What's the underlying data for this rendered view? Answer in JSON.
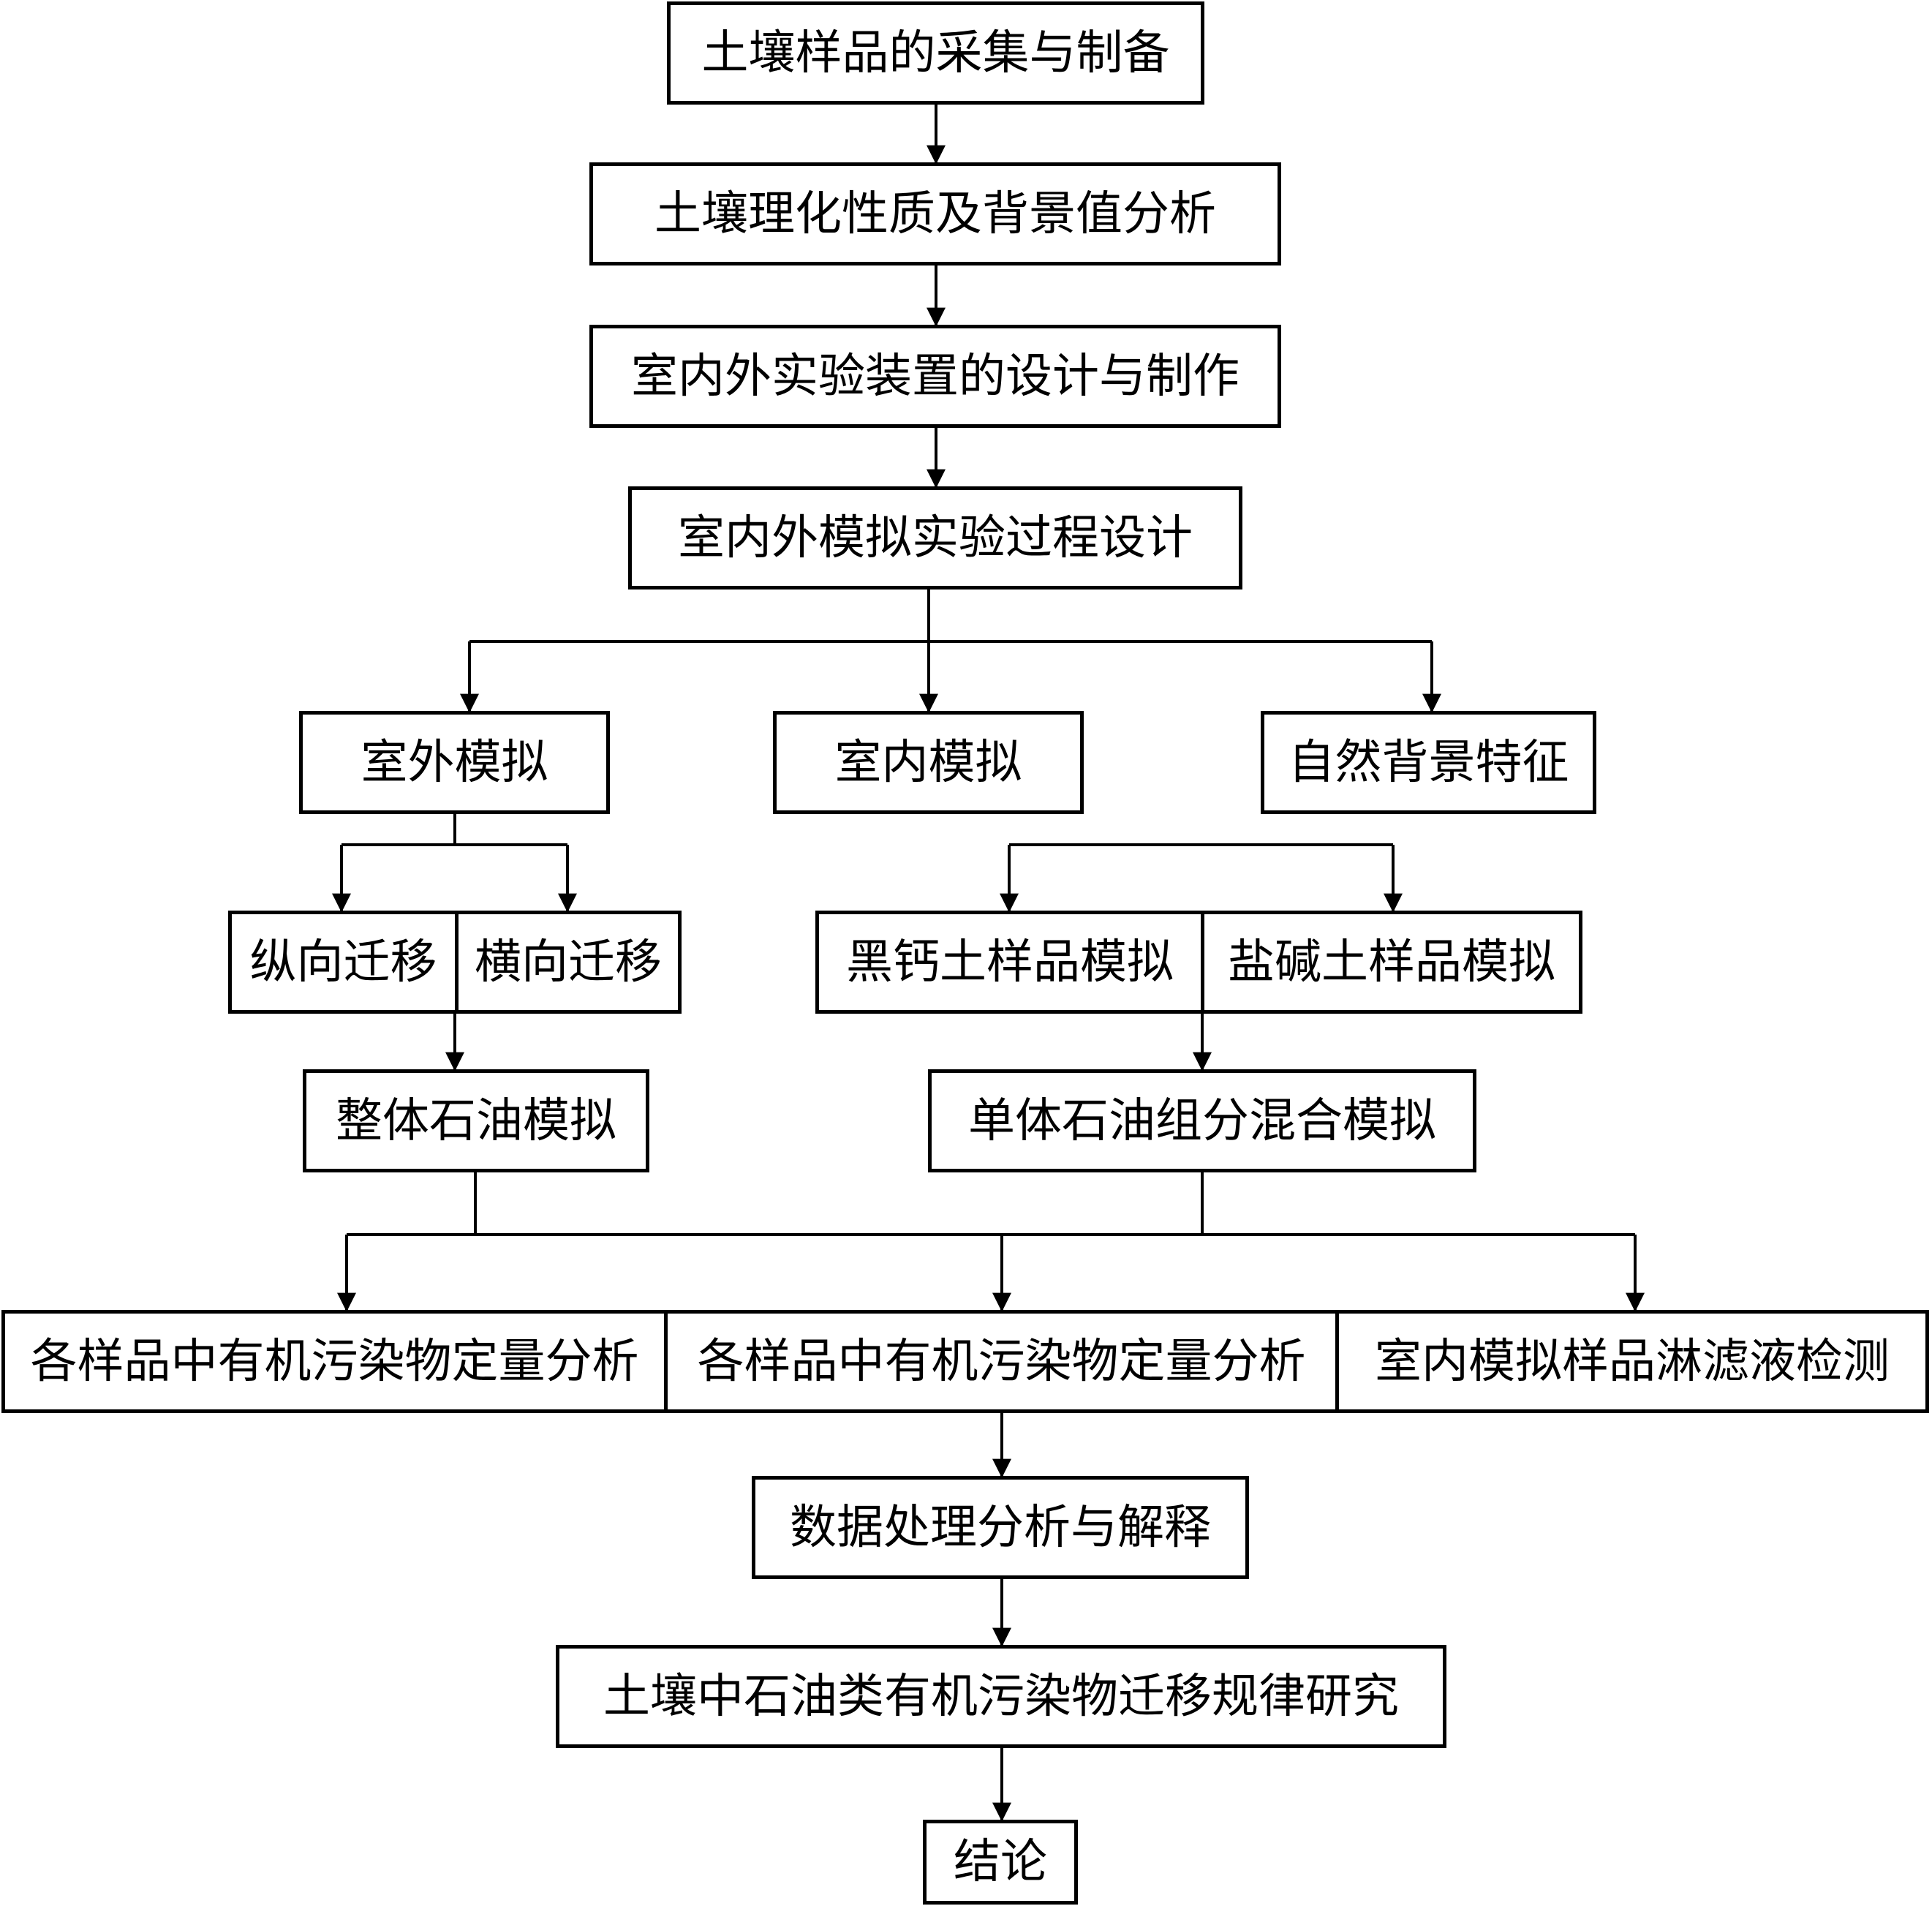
{
  "diagram": {
    "line_color": "#000000",
    "nodes": [
      {
        "id": "n1",
        "label": "土壤样品的采集与制备"
      },
      {
        "id": "n2",
        "label": "土壤理化性质及背景值分析"
      },
      {
        "id": "n3",
        "label": "室内外实验装置的设计与制作"
      },
      {
        "id": "n4",
        "label": "室内外模拟实验过程设计"
      },
      {
        "id": "n5",
        "label": "室外模拟"
      },
      {
        "id": "n6",
        "label": "室内模拟"
      },
      {
        "id": "n7",
        "label": "自然背景特征"
      },
      {
        "id": "n8",
        "label": "纵向迁移"
      },
      {
        "id": "n9",
        "label": "横向迁移"
      },
      {
        "id": "n10",
        "label": "黑钙土样品模拟"
      },
      {
        "id": "n11",
        "label": "盐碱土样品模拟"
      },
      {
        "id": "n12",
        "label": "整体石油模拟"
      },
      {
        "id": "n13",
        "label": "单体石油组分混合模拟"
      },
      {
        "id": "n14",
        "label": "各样品中有机污染物定量分析"
      },
      {
        "id": "n15",
        "label": "各样品中有机污染物定量分析"
      },
      {
        "id": "n16",
        "label": "室内模拟样品淋滤液检测"
      },
      {
        "id": "n17",
        "label": "数据处理分析与解释"
      },
      {
        "id": "n18",
        "label": "土壤中石油类有机污染物迁移规律研究"
      },
      {
        "id": "n19",
        "label": "结论"
      }
    ]
  }
}
